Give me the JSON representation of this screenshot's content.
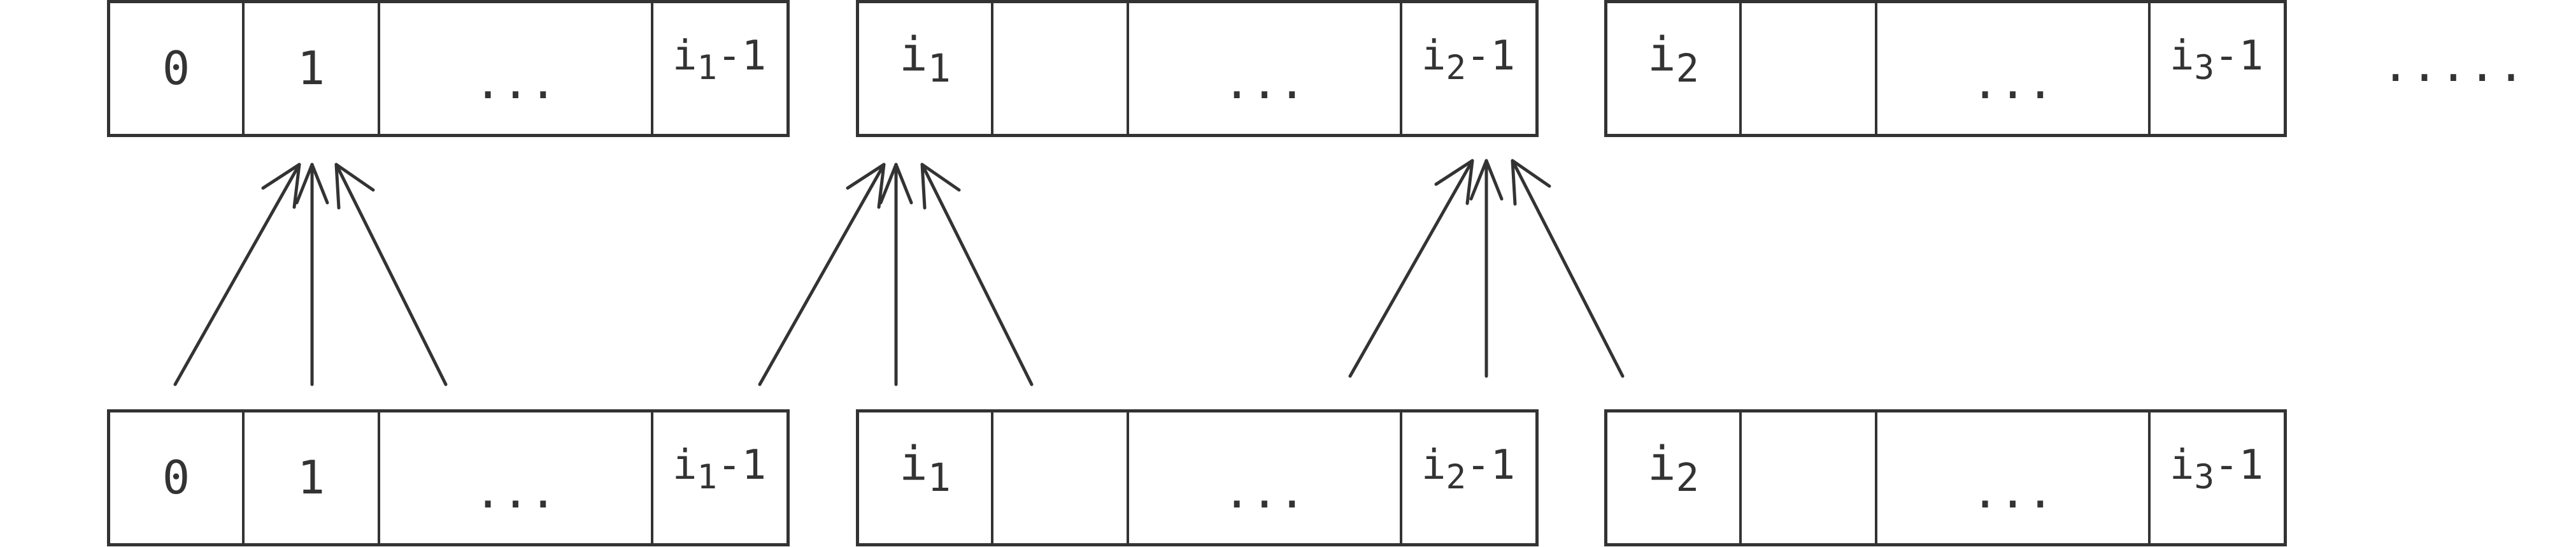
{
  "top_row": {
    "blocks": [
      {
        "cells": [
          "0",
          "1",
          "...",
          ""
        ],
        "last_cell": {
          "base": "i",
          "sub": "1",
          "suffix": "-1"
        }
      },
      {
        "first_cell": {
          "base": "i",
          "sub": "1"
        },
        "cells": [
          "",
          "",
          "...",
          ""
        ],
        "last_cell": {
          "base": "i",
          "sub": "2",
          "suffix": "-1"
        }
      },
      {
        "first_cell": {
          "base": "i",
          "sub": "2"
        },
        "cells": [
          "",
          "",
          "...",
          ""
        ],
        "last_cell": {
          "base": "i",
          "sub": "3",
          "suffix": "-1"
        }
      }
    ],
    "trailing_text": "....."
  },
  "bottom_row": {
    "blocks": [
      {
        "cells": [
          "0",
          "1",
          "...",
          ""
        ],
        "last_cell": {
          "base": "i",
          "sub": "1",
          "suffix": "-1"
        }
      },
      {
        "first_cell": {
          "base": "i",
          "sub": "1"
        },
        "cells": [
          "",
          "",
          "...",
          ""
        ],
        "last_cell": {
          "base": "i",
          "sub": "2",
          "suffix": "-1"
        }
      },
      {
        "first_cell": {
          "base": "i",
          "sub": "2"
        },
        "cells": [
          "",
          "",
          "...",
          ""
        ],
        "last_cell": {
          "base": "i",
          "sub": "3",
          "suffix": "-1"
        }
      }
    ]
  },
  "colors": {
    "stroke": "#333333",
    "background": "#ffffff"
  }
}
